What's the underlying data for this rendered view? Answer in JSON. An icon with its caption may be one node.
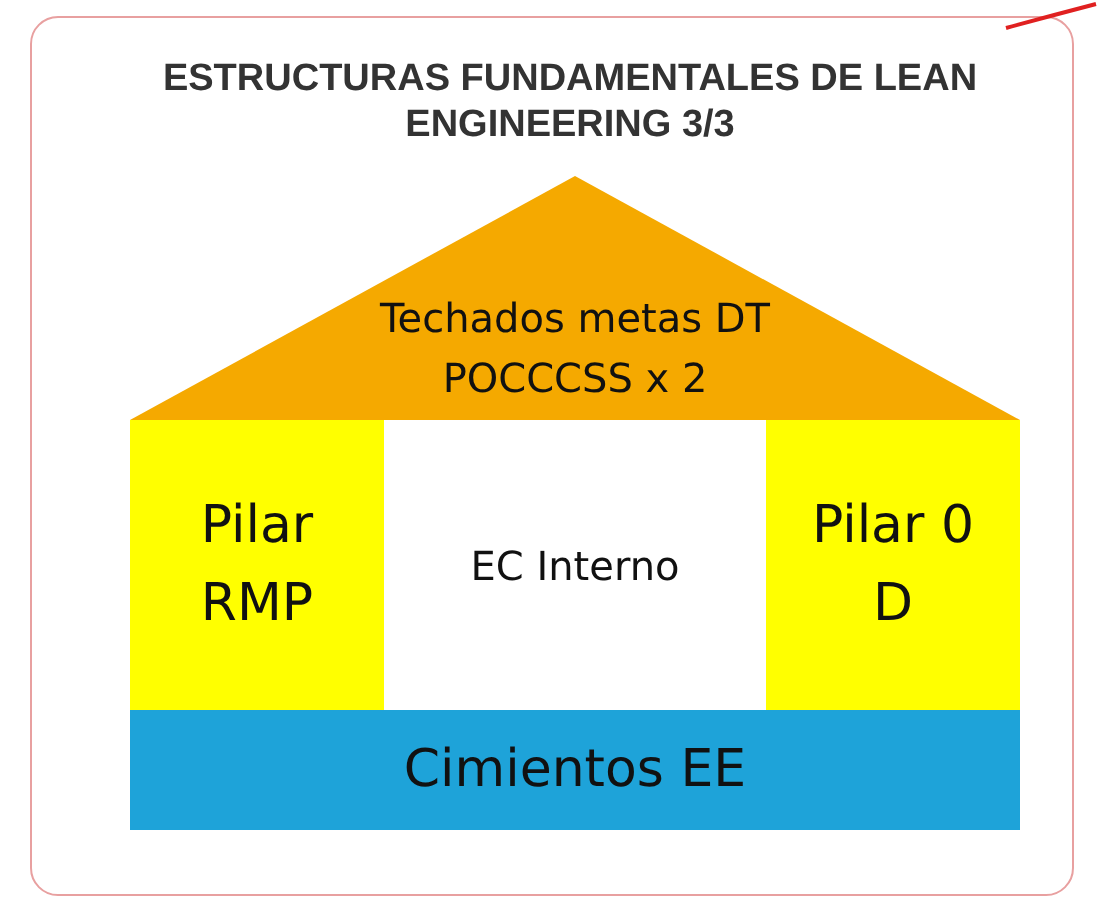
{
  "diagram": {
    "title": "ESTRUCTURAS FUNDAMENTALES DE LEAN ENGINEERING 3/3",
    "nodes": [
      {
        "text": [
          "Techados metas DT POCCCSS x 2"
        ]
      },
      {
        "text": [
          "Pilar RMP"
        ]
      },
      {
        "text": [
          "EC Interno"
        ]
      },
      {
        "text": [
          "Pilar 0 D"
        ]
      },
      {
        "text": [
          "Cimientos EE"
        ]
      }
    ]
  }
}
